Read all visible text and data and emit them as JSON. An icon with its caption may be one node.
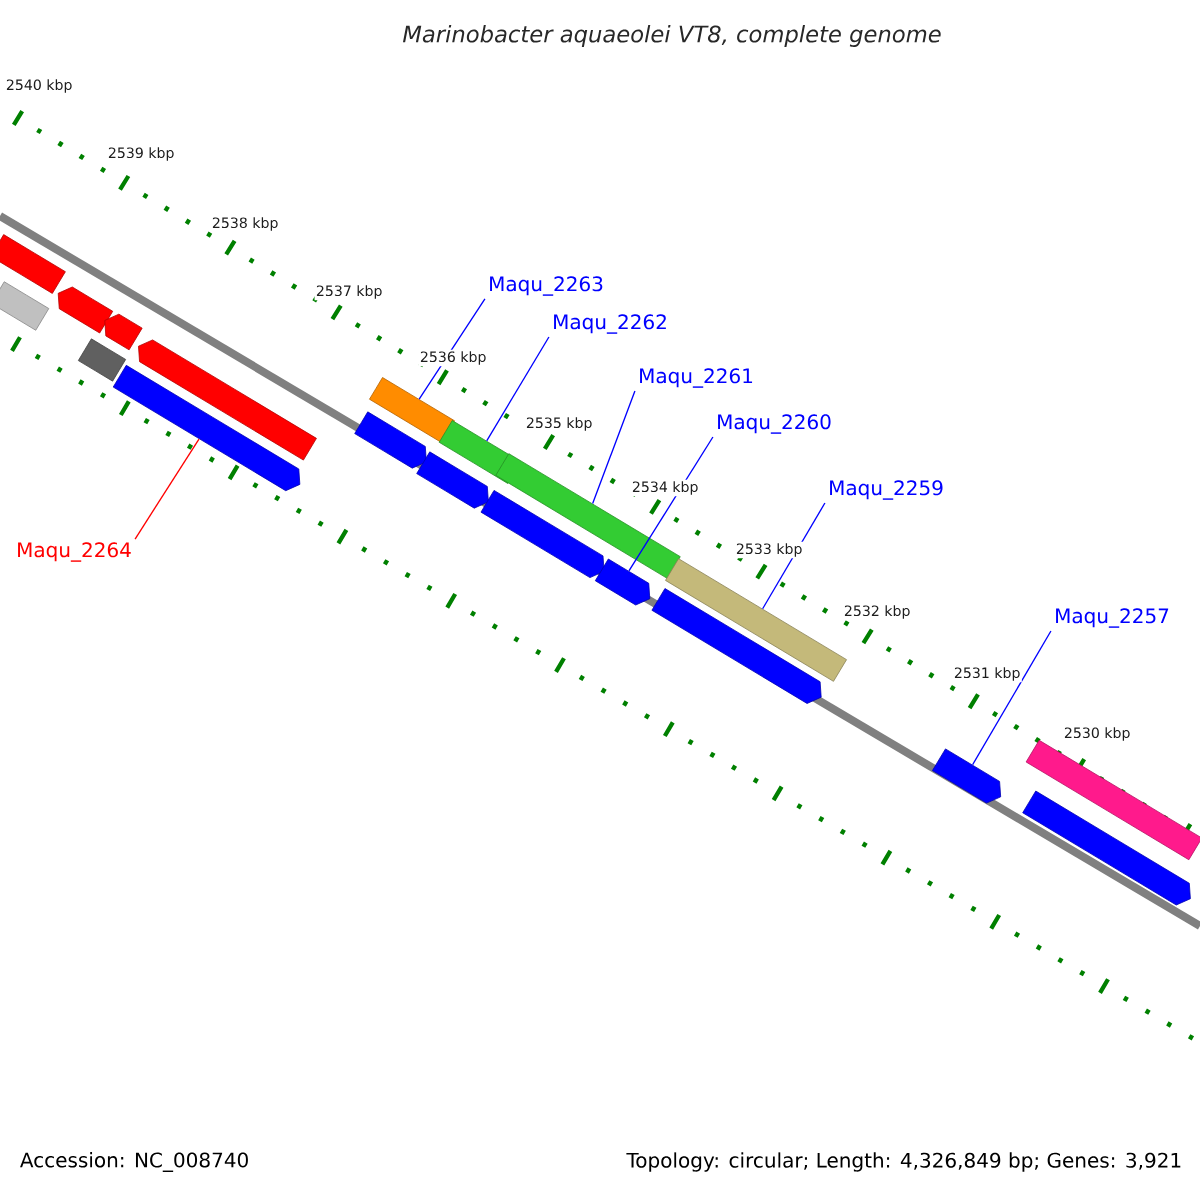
{
  "diagram": {
    "title": "Marinobacter aquaeolei VT8, complete genome",
    "nodes": [
      {
        "text": [
          "Maqu_2264"
        ]
      },
      {
        "text": [
          "Maqu_2263"
        ]
      },
      {
        "text": [
          "Maqu_2262"
        ]
      },
      {
        "text": [
          "Maqu_2261"
        ]
      },
      {
        "text": [
          "Maqu_2260"
        ]
      },
      {
        "text": [
          "Maqu_2259"
        ]
      },
      {
        "text": [
          "Maqu_2257"
        ]
      },
      {
        "text": [],
        "shape": "bar"
      },
      {
        "text": [],
        "shape": "bar"
      },
      {
        "text": [],
        "shape": "bar"
      },
      {
        "text": [],
        "shape": "bar"
      },
      {
        "text": [],
        "shape": "bar"
      },
      {
        "text": [],
        "shape": "bar"
      },
      {
        "text": [],
        "shape": "bar"
      },
      {
        "text": [],
        "shape": "bar"
      },
      {
        "text": [],
        "shape": "bar"
      },
      {
        "text": [],
        "shape": "bar"
      },
      {
        "text": [],
        "shape": "bar"
      },
      {
        "text": [],
        "shape": "bar"
      },
      {
        "text": [],
        "shape": "bar"
      },
      {
        "text": [],
        "shape": "bar"
      },
      {
        "text": [],
        "shape": "bar"
      },
      {
        "text": [],
        "shape": "bar"
      },
      {
        "text": [],
        "shape": "bar"
      },
      {
        "text": [],
        "shape": "bar"
      },
      {
        "text": [],
        "shape": "bar"
      }
    ],
    "edges": [
      {
        "from": 0,
        "to": 12,
        "arrow": "none",
        "color": "#ff0000"
      },
      {
        "from": 1,
        "to": 15,
        "arrow": "none"
      },
      {
        "from": 2,
        "to": 17,
        "arrow": "none"
      },
      {
        "from": 3,
        "to": 19,
        "arrow": "none"
      },
      {
        "from": 4,
        "to": 20,
        "arrow": "none"
      },
      {
        "from": 5,
        "to": 22,
        "arrow": "none"
      },
      {
        "from": 6,
        "to": 23,
        "arrow": "none"
      }
    ],
    "labels": [
      "2540 kbp",
      "2539 kbp",
      "2538 kbp",
      "2537 kbp",
      "2536 kbp",
      "2535 kbp",
      "2534 kbp",
      "2533 kbp",
      "2532 kbp",
      "2531 kbp",
      "2530 kbp",
      "Accession: NC_008740",
      "Topology: circular; Length: 4,326,849 bp; Genes: 3,921"
    ]
  }
}
